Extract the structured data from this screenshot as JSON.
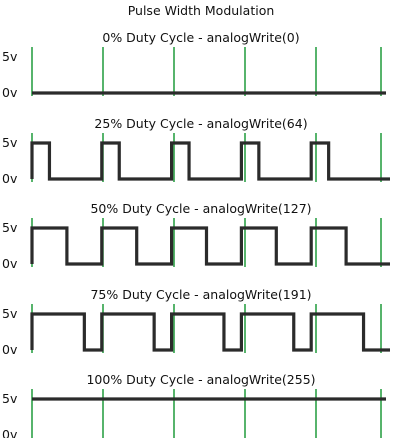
{
  "title": "Pulse Width Modulation",
  "voltage_labels": {
    "high": "5v",
    "low": "0v"
  },
  "colors": {
    "signal": "#2b2b2b",
    "marker": "#1f9a3a",
    "background": "#ffffff"
  },
  "cycles_per_panel": 5,
  "panels": [
    {
      "label": "0% Duty Cycle - analogWrite(0)",
      "duty": 0
    },
    {
      "label": "25% Duty Cycle - analogWrite(64)",
      "duty": 0.25
    },
    {
      "label": "50% Duty Cycle - analogWrite(127)",
      "duty": 0.5
    },
    {
      "label": "75% Duty Cycle - analogWrite(191)",
      "duty": 0.75
    },
    {
      "label": "100% Duty Cycle - analogWrite(255)",
      "duty": 1
    }
  ]
}
